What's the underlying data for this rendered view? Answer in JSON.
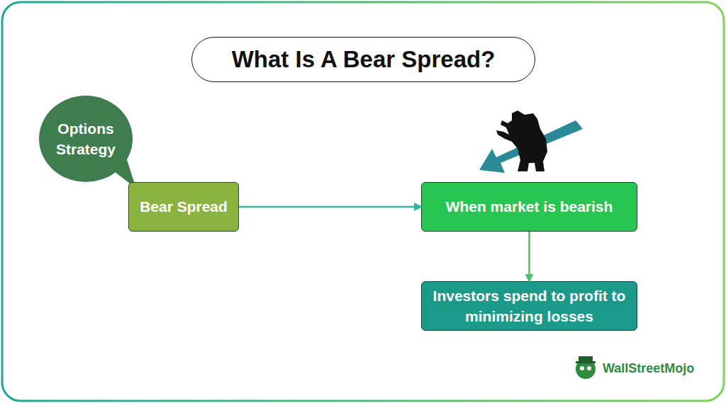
{
  "diagram": {
    "title": "What Is A Bear Spread?",
    "nodes": [
      {
        "text": [
          "Options Strategy"
        ]
      },
      {
        "text": [
          "Bear Spread"
        ]
      },
      {
        "text": [
          "When market is bearish"
        ]
      },
      {
        "text": [
          "Investors spend to profit to minimizing losses"
        ]
      }
    ],
    "edges": [
      {
        "from": 1,
        "to": 2,
        "arrow": "to"
      },
      {
        "from": 2,
        "to": 3,
        "arrow": "to"
      }
    ],
    "labels": [
      "WallStreetMojo"
    ]
  }
}
